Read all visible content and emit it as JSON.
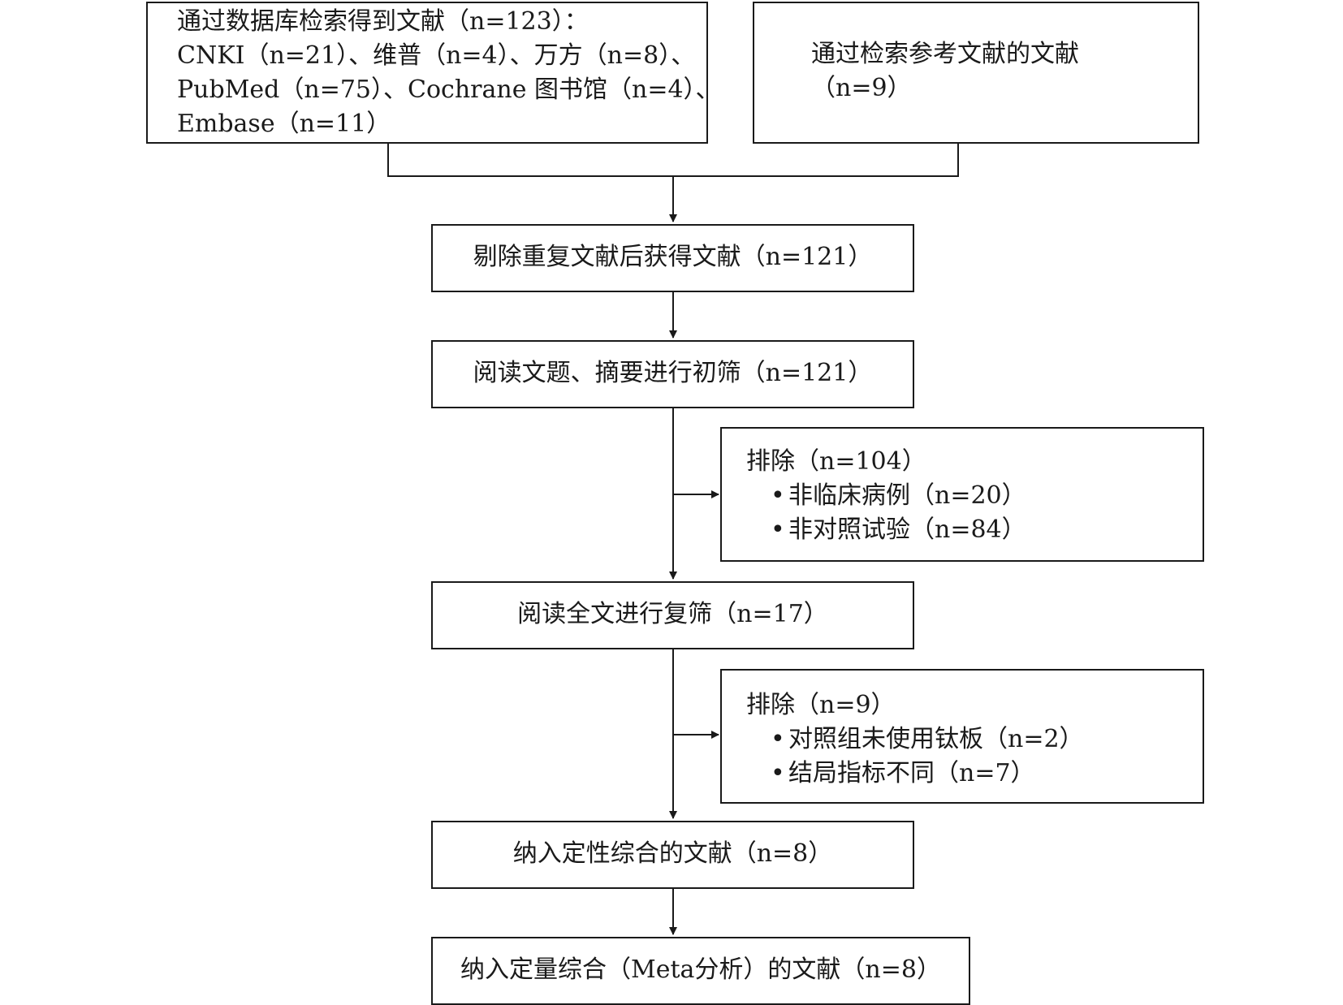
{
  "boxes": {
    "database_search": {
      "lines": [
        "通过数据库检索得到文献（n=123）：",
        "CNKI（n=21）、维普（n=4）、万方（n=8）、",
        "PubMed（n=75）、Cochrane 图书馆（n=4）、",
        "Embase（n=11）"
      ]
    },
    "reference_search": {
      "lines": [
        "通过检索参考文献的文献",
        "（n=9）"
      ]
    },
    "after_dedup": "剔除重复文献后获得文献（n=121）",
    "initial_screen": "阅读文题、摘要进行初筛（n=121）",
    "exclude_1": {
      "title": "排除（n=104）",
      "items": [
        "非临床病例（n=20）",
        "非对照试验（n=84）"
      ]
    },
    "full_text_screen": "阅读全文进行复筛（n=17）",
    "exclude_2": {
      "title": "排除（n=9）",
      "items": [
        "对照组未使用钛板（n=2）",
        "结局指标不同（n=7）"
      ]
    },
    "qualitative": "纳入定性综合的文献（n=8）",
    "quantitative": "纳入定量综合（Meta分析）的文献（n=8）"
  },
  "bullet_symbol": "•",
  "colors": {
    "stroke": "#1a1a1a",
    "background": "#ffffff"
  }
}
